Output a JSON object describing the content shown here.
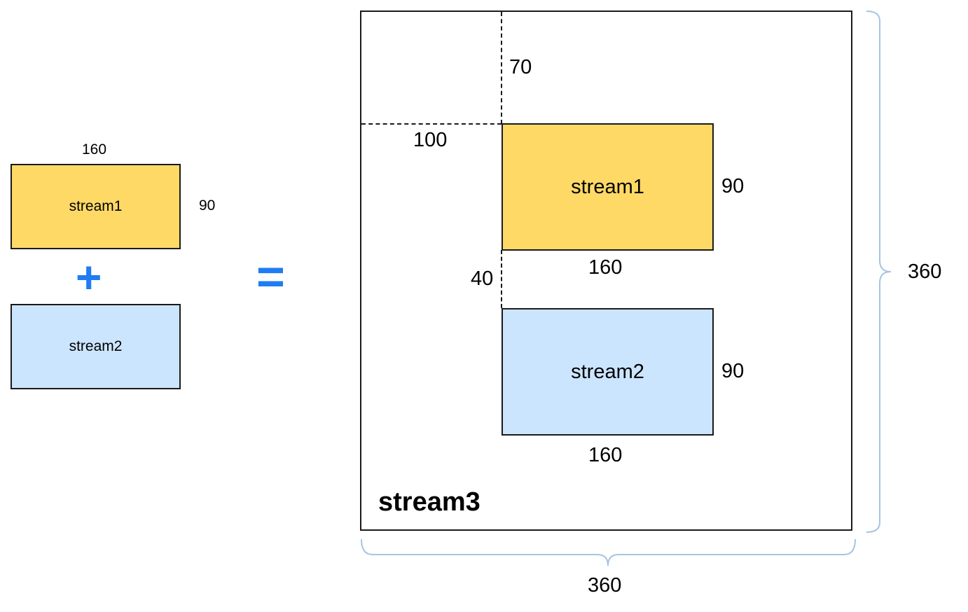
{
  "colors": {
    "stream1_fill": "#ffd966",
    "stream2_fill": "#cce5ff",
    "operator": "#1f7cf2",
    "brace": "#a8c4e0",
    "border": "#1a1a1a"
  },
  "inputs": {
    "stream1": {
      "label": "stream1",
      "width_label": "160",
      "height_label": "90"
    },
    "stream2": {
      "label": "stream2"
    },
    "plus": "+",
    "equals": "="
  },
  "output": {
    "label": "stream3",
    "width_label": "360",
    "height_label": "360",
    "offset_top_label": "70",
    "offset_left_label": "100",
    "gap_label": "40",
    "stream1": {
      "label": "stream1",
      "width_label": "160",
      "height_label": "90"
    },
    "stream2": {
      "label": "stream2",
      "width_label": "160",
      "height_label": "90"
    }
  }
}
